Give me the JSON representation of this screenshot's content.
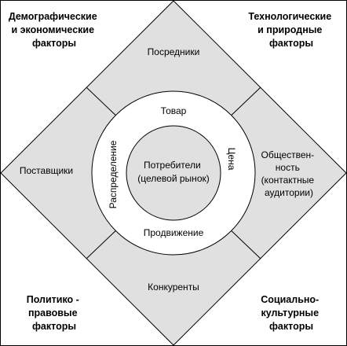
{
  "colors": {
    "segment_fill": "#e0e0e0",
    "stroke": "#000000",
    "background": "#ffffff"
  },
  "corners": {
    "top_left": [
      "Демографические",
      "и экономические",
      "факторы"
    ],
    "top_right": [
      "Технологические",
      "и природные",
      "факторы"
    ],
    "bottom_left": [
      "Политико -",
      "правовые",
      "факторы"
    ],
    "bottom_right": [
      "Социально-",
      "культурные",
      "факторы"
    ]
  },
  "diamond": {
    "top": [
      "Посредники"
    ],
    "left": [
      "Поставщики"
    ],
    "right": [
      "Обществен-",
      "ность",
      "(контактные",
      "аудитории)"
    ],
    "bottom": [
      "Конкуренты"
    ]
  },
  "ring": {
    "top": "Товар",
    "left": "Распределение",
    "right": "Цена",
    "bottom": "Продвижение"
  },
  "center": [
    "Потребители",
    "(целевой рынок)"
  ]
}
